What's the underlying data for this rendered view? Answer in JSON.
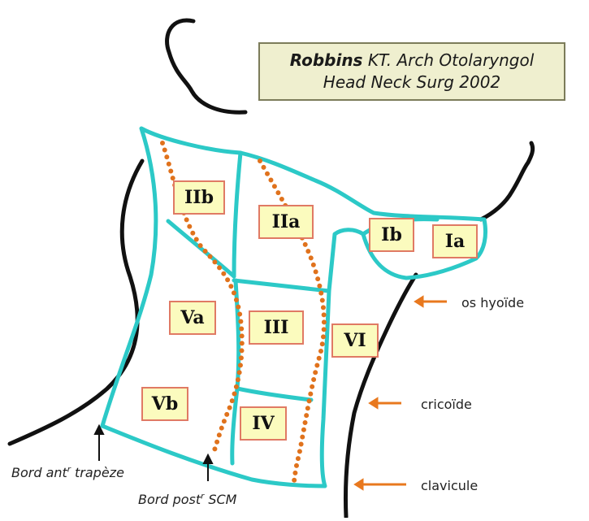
{
  "reference": {
    "author": "Robbins",
    "rest": " KT. Arch Otolaryngol",
    "line2": "Head Neck Surg 2002"
  },
  "levels": [
    "IIb",
    "IIa",
    "Ib",
    "Ia",
    "Va",
    "III",
    "VI",
    "Vb",
    "IV"
  ],
  "landmarks": [
    "os hyoïde",
    "cricoïde",
    "clavicule"
  ],
  "borders": {
    "trapeze": {
      "text": "Bord ant",
      "sup": "r",
      "tail": " trapèze"
    },
    "scm": {
      "text": "Bord post",
      "sup": "r",
      "tail": " SCM"
    }
  },
  "colors": {
    "region_lines": "#2cc9c7",
    "divider_dots": "#e0721c",
    "arrow": "#e8781e",
    "outline": "#111111"
  }
}
